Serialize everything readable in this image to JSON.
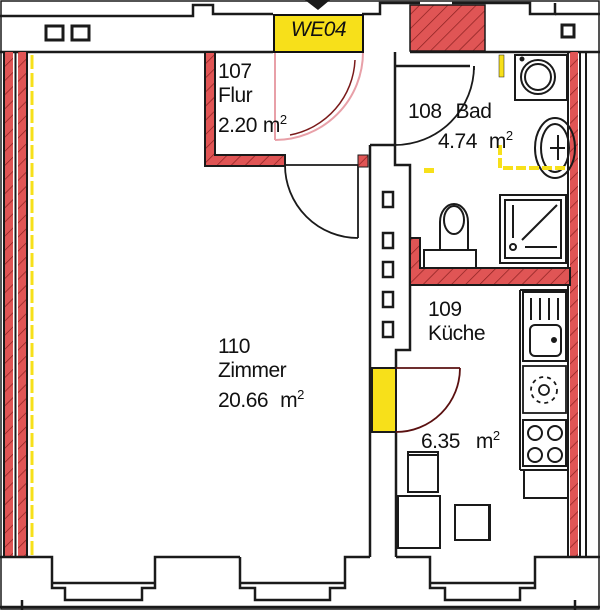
{
  "plan": {
    "unit_id": "WE04",
    "colors": {
      "wall_outline": "#1a1a1a",
      "new_wall_fill": "#e05555",
      "highlight_yellow": "#f7e01a",
      "door_arc_pink": "#e8a0a8",
      "background": "#ffffff"
    },
    "rooms": [
      {
        "number": "107",
        "name": "Flur",
        "area": "2.20",
        "unit": "m",
        "unit_sup": "2"
      },
      {
        "number": "108",
        "name": "Bad",
        "area": "4.74",
        "unit": "m",
        "unit_sup": "2"
      },
      {
        "number": "109",
        "name": "Küche",
        "area": "6.35",
        "unit": "m",
        "unit_sup": "2"
      },
      {
        "number": "110",
        "name": "Zimmer",
        "area": "20.66",
        "unit": "m",
        "unit_sup": "2"
      }
    ],
    "fixtures": [
      "washing-machine",
      "washbasin",
      "toilet",
      "shower",
      "sink",
      "stove-burners",
      "cooktop",
      "table",
      "chairs"
    ]
  }
}
